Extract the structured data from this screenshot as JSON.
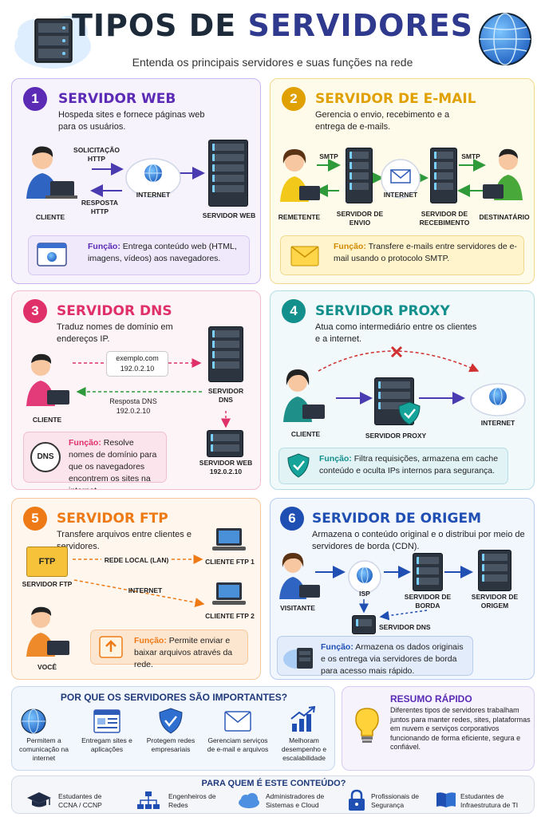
{
  "header": {
    "title_part1": "TIPOS DE ",
    "title_part2": "SERVIDORES",
    "subtitle": "Entenda os principais servidores e suas funções na rede"
  },
  "colors": {
    "web": "#5b2bb5",
    "email": "#e0a100",
    "dns": "#e0306a",
    "proxy": "#138f8c",
    "ftp": "#ee7a16",
    "origin": "#1f4fb3"
  },
  "cards": {
    "web": {
      "number": "1",
      "title": "SERVIDOR WEB",
      "desc": "Hospeda sites e fornece páginas web para os usuários.",
      "client": "CLIENTE",
      "request": "SOLICITAÇÃO HTTP",
      "response": "RESPOSTA HTTP",
      "internet": "INTERNET",
      "server": "SERVIDOR WEB",
      "func_label": "Função:",
      "func_text": "Entrega conteúdo web (HTML, imagens, vídeos) aos navegadores."
    },
    "email": {
      "number": "2",
      "title": "SERVIDOR DE E-MAIL",
      "desc": "Gerencia o envio, recebimento e a entrega de e-mails.",
      "smtp1": "SMTP",
      "smtp2": "SMTP",
      "sender": "REMETENTE",
      "send_server": "SERVIDOR DE ENVIO",
      "internet": "INTERNET",
      "recv_server": "SERVIDOR DE RECEBIMENTO",
      "recipient": "DESTINATÁRIO",
      "func_label": "Função:",
      "func_text": "Transfere e-mails entre servidores de e-mail usando o protocolo SMTP."
    },
    "dns": {
      "number": "3",
      "title": "SERVIDOR DNS",
      "desc": "Traduz nomes de domínio em endereços IP.",
      "query_domain": "exemplo.com",
      "query_ip": "192.0.2.10",
      "response_label": "Resposta DNS",
      "response_ip": "192.0.2.10",
      "client": "CLIENTE",
      "dns_server": "SERVIDOR DNS",
      "web_server": "SERVIDOR WEB",
      "web_ip": "192.0.2.10",
      "icon_text": "DNS",
      "func_label": "Função:",
      "func_text": "Resolve nomes de domínio para que os navegadores encontrem os sites na internet."
    },
    "proxy": {
      "number": "4",
      "title": "SERVIDOR PROXY",
      "desc": "Atua como intermediário entre os clientes e a internet.",
      "client": "CLIENTE",
      "proxy_server": "SERVIDOR PROXY",
      "internet": "INTERNET",
      "func_label": "Função:",
      "func_text": "Filtra requisições, armazena em cache conteúdo e oculta IPs internos para segurança."
    },
    "ftp": {
      "number": "5",
      "title": "SERVIDOR FTP",
      "desc": "Transfere arquivos entre clientes e servidores.",
      "folder": "FTP",
      "ftp_server": "SERVIDOR FTP",
      "lan": "REDE LOCAL (LAN)",
      "internet": "INTERNET",
      "client1": "CLIENTE FTP 1",
      "client2": "CLIENTE FTP 2",
      "you": "VOCÊ",
      "func_label": "Função:",
      "func_text": "Permite enviar e baixar arquivos através da rede."
    },
    "origin": {
      "number": "6",
      "title": "SERVIDOR DE ORIGEM",
      "desc": "Armazena o conteúdo original e o distribui por meio de servidores de borda (CDN).",
      "visitor": "VISITANTE",
      "isp": "ISP",
      "edge": "SERVIDOR DE BORDA",
      "origin": "SERVIDOR DE ORIGEM",
      "dns": "SERVIDOR DNS",
      "func_label": "Função:",
      "func_text": "Armazena os dados originais e os entrega via servidores de borda para acesso mais rápido."
    }
  },
  "importance": {
    "title": "POR QUE OS SERVIDORES SÃO IMPORTANTES?",
    "items": [
      {
        "icon": "globe-icon",
        "label": "Permitem a comunicação na internet"
      },
      {
        "icon": "web-page-icon",
        "label": "Entregam sites e aplicações"
      },
      {
        "icon": "shield-icon",
        "label": "Protegem redes empresariais"
      },
      {
        "icon": "envelope-icon",
        "label": "Gerenciam serviços de e-mail e arquivos"
      },
      {
        "icon": "growth-chart-icon",
        "label": "Melhoram desempenho e escalabilidade"
      }
    ]
  },
  "summary": {
    "title": "RESUMO RÁPIDO",
    "text": "Diferentes tipos de servidores trabalham juntos para manter redes, sites, plataformas em nuvem e serviços corporativos funcionando de forma eficiente, segura e confiável."
  },
  "audience": {
    "title": "PARA QUEM É ESTE CONTEÚDO?",
    "items": [
      {
        "icon": "graduation-cap-icon",
        "label": "Estudantes de CCNA / CCNP"
      },
      {
        "icon": "network-icon",
        "label": "Engenheiros de Redes"
      },
      {
        "icon": "cloud-icon",
        "label": "Administradores de Sistemas e Cloud"
      },
      {
        "icon": "lock-icon",
        "label": "Profissionais de Segurança"
      },
      {
        "icon": "book-icon",
        "label": "Estudantes de Infraestrutura de TI"
      }
    ]
  }
}
